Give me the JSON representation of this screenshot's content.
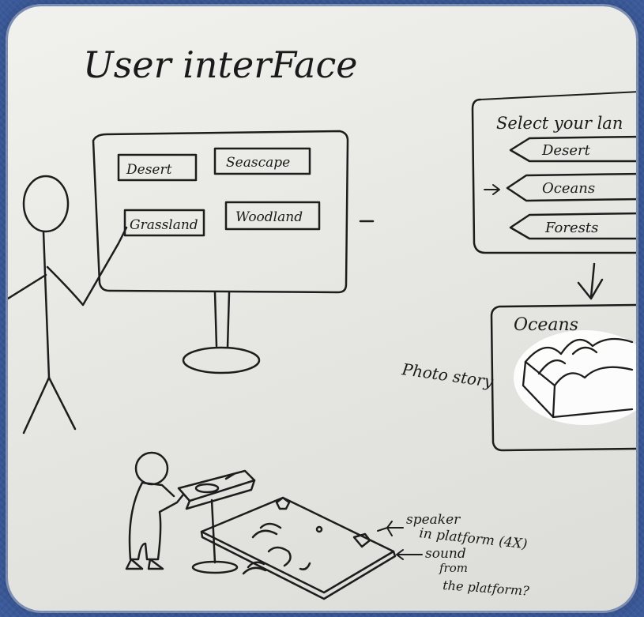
{
  "title": "User interFace",
  "kiosk_buttons": [
    "Desert",
    "Seascape",
    "Grassland",
    "Woodland"
  ],
  "menu": {
    "prompt": "Select your lan",
    "options": [
      "Desert",
      "Oceans",
      "Forests"
    ]
  },
  "result_title": "Oceans",
  "photo_label": "Photo story",
  "annotations": {
    "speaker": "speaker",
    "speaker_detail": "in platform (4X)",
    "sound1": "sound",
    "sound2": "from",
    "sound3": "the platform?"
  },
  "colors": {
    "background": "#3b5a9a",
    "board": "#ececea",
    "ink": "#1d1d1d"
  }
}
